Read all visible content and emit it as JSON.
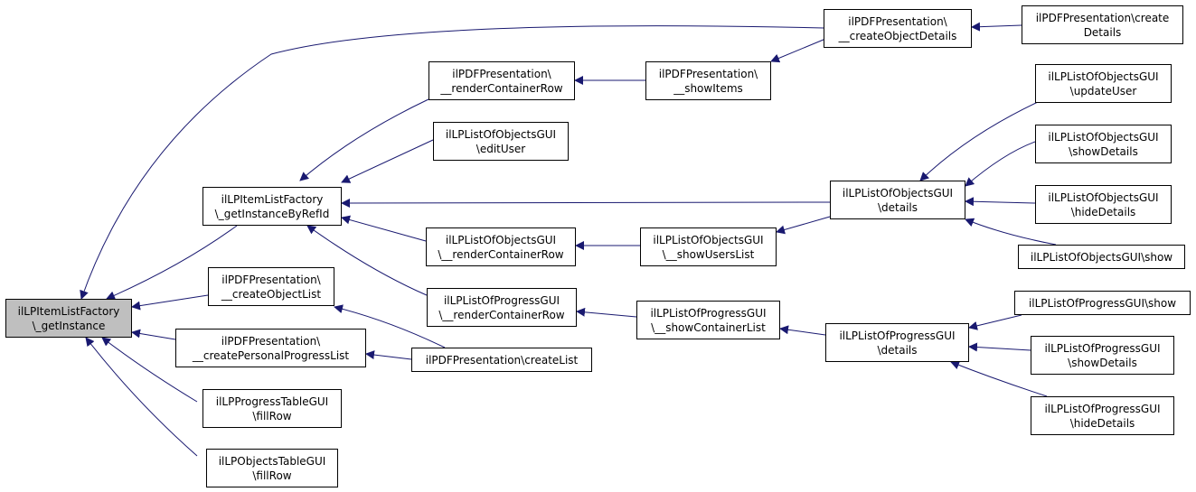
{
  "colors": {
    "edge": "#191970",
    "root_fill": "#bfbfbf",
    "node_fill": "#ffffff",
    "node_border": "#000000"
  },
  "nodes": {
    "root": {
      "line1": "ilLPItemListFactory",
      "line2": "\\_getInstance"
    },
    "getInstanceByRefId": {
      "line1": "ilLPItemListFactory",
      "line2": "\\_getInstanceByRefId"
    },
    "pdfCreateObjectList": {
      "line1": "ilPDFPresentation\\",
      "line2": "__createObjectList"
    },
    "pdfCreatePersonalProgressList": {
      "line1": "ilPDFPresentation\\",
      "line2": "__createPersonalProgressList"
    },
    "progressTableFillRow": {
      "line1": "ilLPProgressTableGUI",
      "line2": "\\fillRow"
    },
    "objectsTableFillRow": {
      "line1": "ilLPObjectsTableGUI",
      "line2": "\\fillRow"
    },
    "pdfCreateObjectDetails": {
      "line1": "ilPDFPresentation\\",
      "line2": "__createObjectDetails"
    },
    "pdfCreateDetails": {
      "line1": "ilPDFPresentation\\create",
      "line2": "Details"
    },
    "pdfRenderContainerRow": {
      "line1": "ilPDFPresentation\\",
      "line2": "__renderContainerRow"
    },
    "pdfShowItems": {
      "line1": "ilPDFPresentation\\",
      "line2": "__showItems"
    },
    "loEditUser": {
      "line1": "ilLPListOfObjectsGUI",
      "line2": "\\editUser"
    },
    "loRenderContainerRow": {
      "line1": "ilLPListOfObjectsGUI",
      "line2": "\\__renderContainerRow"
    },
    "loShowUsersList": {
      "line1": "ilLPListOfObjectsGUI",
      "line2": "\\__showUsersList"
    },
    "loDetails": {
      "line1": "ilLPListOfObjectsGUI",
      "line2": "\\details"
    },
    "loUpdateUser": {
      "line1": "ilLPListOfObjectsGUI",
      "line2": "\\updateUser"
    },
    "loShowDetails": {
      "line1": "ilLPListOfObjectsGUI",
      "line2": "\\showDetails"
    },
    "loHideDetails": {
      "line1": "ilLPListOfObjectsGUI",
      "line2": "\\hideDetails"
    },
    "loShow": {
      "line1": "ilLPListOfObjectsGUI\\show"
    },
    "lpRenderContainerRow": {
      "line1": "ilLPListOfProgressGUI",
      "line2": "\\__renderContainerRow"
    },
    "lpShowContainerList": {
      "line1": "ilLPListOfProgressGUI",
      "line2": "\\__showContainerList"
    },
    "lpDetails": {
      "line1": "ilLPListOfProgressGUI",
      "line2": "\\details"
    },
    "lpShow": {
      "line1": "ilLPListOfProgressGUI\\show"
    },
    "lpShowDetails": {
      "line1": "ilLPListOfProgressGUI",
      "line2": "\\showDetails"
    },
    "lpHideDetails": {
      "line1": "ilLPListOfProgressGUI",
      "line2": "\\hideDetails"
    },
    "pdfCreateList": {
      "line1": "ilPDFPresentation\\createList"
    }
  }
}
